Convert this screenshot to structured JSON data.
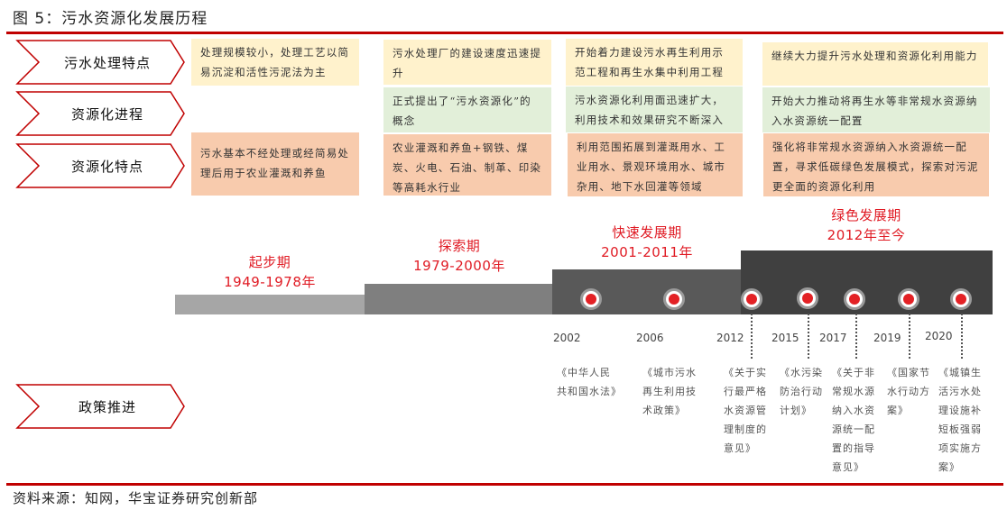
{
  "figure": {
    "title": "图 5：污水资源化发展历程",
    "source": "资料来源：知网，华宝证券研究创新部"
  },
  "colors": {
    "rule": "#c00000",
    "period_text": "#e01b24",
    "yellow": "#fff2cc",
    "green": "#e2efd9",
    "orange": "#f8cbad",
    "bar1": "#a6a6a6",
    "bar2": "#7f7f7f",
    "bar3": "#595959",
    "bar4": "#404040",
    "dot_core": "#e32125"
  },
  "row_labels": {
    "treatment": "污水处理特点",
    "progress": "资源化进程",
    "features": "资源化特点",
    "policy": "政策推进"
  },
  "stages": [
    {
      "name": "起步期",
      "years": "1949-1978年",
      "treatment": "处理规模较小，处理工艺以简易沉淀和活性污泥法为主",
      "progress": "",
      "features": "污水基本不经处理或经简易处理后用于农业灌溉和养鱼"
    },
    {
      "name": "探索期",
      "years": "1979-2000年",
      "treatment": "污水处理厂的建设速度迅速提升",
      "progress": "正式提出了“污水资源化”的概念",
      "features": "农业灌溉和养鱼+钢铁、煤炭、火电、石油、制革、印染等高耗水行业"
    },
    {
      "name": "快速发展期",
      "years": "2001-2011年",
      "treatment": "开始着力建设污水再生利用示范工程和再生水集中利用工程",
      "progress": "污水资源化利用面迅速扩大，利用技术和效果研究不断深入",
      "features": "利用范围拓展到灌溉用水、工业用水、景观环境用水、城市杂用、地下水回灌等领域"
    },
    {
      "name": "绿色发展期",
      "years": "2012年至今",
      "treatment": "继续大力提升污水处理和资源化利用能力",
      "progress": "开始大力推动将再生水等非常规水资源纳入水资源统一配置",
      "features": "强化将非常规水资源纳入水资源统一配置，寻求低碳绿色发展模式，探索对污泥更全面的资源化利用"
    }
  ],
  "milestones": [
    {
      "year": "2002",
      "policy": "《中华人民共和国水法》"
    },
    {
      "year": "2006",
      "policy": "《城市污水再生利用技术政策》"
    },
    {
      "year": "2012",
      "policy": "《关于实行最严格水资源管理制度的意见》"
    },
    {
      "year": "2015",
      "policy": "《水污染防治行动计划》"
    },
    {
      "year": "2017",
      "policy": "《关于非常规水源纳入水资源统一配置的指导意见》"
    },
    {
      "year": "2019",
      "policy": "《国家节水行动方案》"
    },
    {
      "year": "2020",
      "policy": "《城镇生活污水处理设施补短板强弱项实施方案》"
    }
  ]
}
